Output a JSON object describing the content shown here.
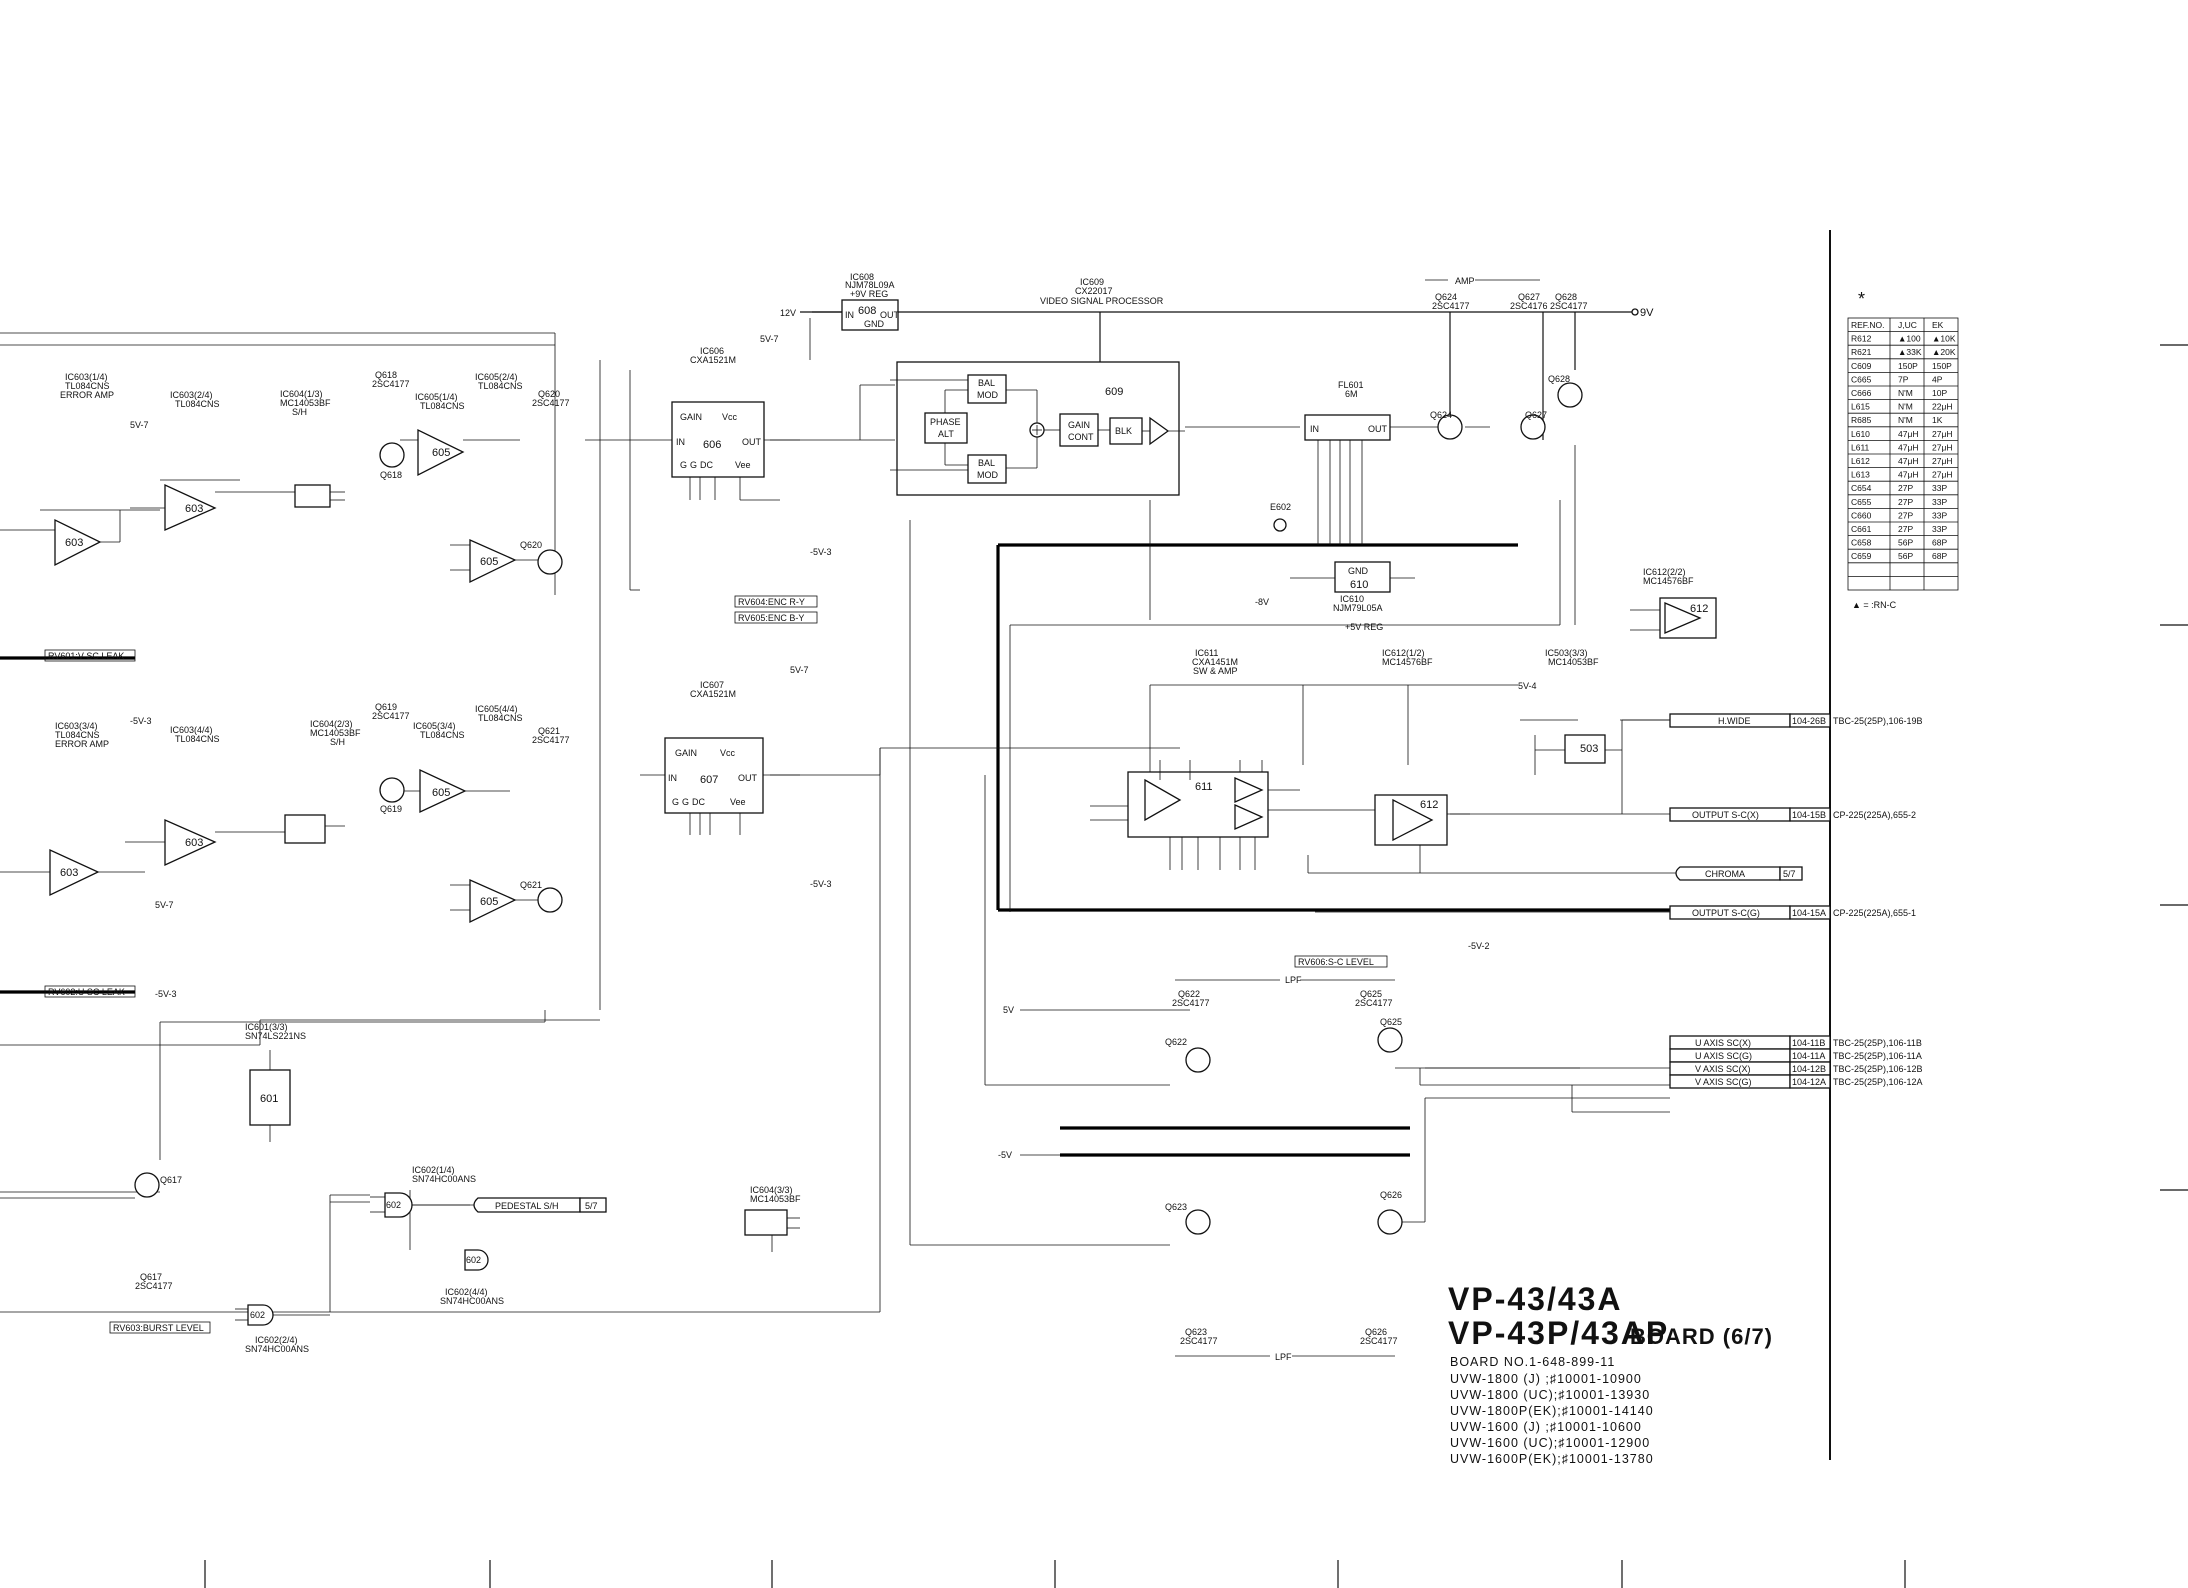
{
  "title": {
    "model_line1": "VP-43/43A",
    "model_line2": "VP-43P/43AP",
    "board_label": "BOARD (6/7)",
    "board_no": "BOARD NO.1-648-899-11",
    "serials": [
      "UVW-1800 (J) ;♯10001-10900",
      "UVW-1800 (UC);♯10001-13930",
      "UVW-1800P(EK);♯10001-14140",
      "UVW-1600 (J) ;♯10001-10600",
      "UVW-1600 (UC);♯10001-12900",
      "UVW-1600P(EK);♯10001-13780"
    ]
  },
  "rev_table": {
    "mark": "*",
    "headers": [
      "REF.NO.",
      "J,UC",
      "EK"
    ],
    "rows": [
      [
        "R612",
        "▲100",
        "▲10K"
      ],
      [
        "R621",
        "▲33K",
        "▲20K"
      ],
      [
        "C609",
        "150P",
        "150P"
      ],
      [
        "C665",
        "7P",
        "4P"
      ],
      [
        "C666",
        "N'M",
        "10P"
      ],
      [
        "L615",
        "N'M",
        "22μH"
      ],
      [
        "R685",
        "N'M",
        "1K"
      ],
      [
        "L610",
        "47μH",
        "27μH"
      ],
      [
        "L611",
        "47μH",
        "27μH"
      ],
      [
        "L612",
        "47μH",
        "27μH"
      ],
      [
        "L613",
        "47μH",
        "27μH"
      ],
      [
        "C654",
        "27P",
        "33P"
      ],
      [
        "C655",
        "27P",
        "33P"
      ],
      [
        "C660",
        "27P",
        "33P"
      ],
      [
        "C661",
        "27P",
        "33P"
      ],
      [
        "C658",
        "56P",
        "68P"
      ],
      [
        "C659",
        "56P",
        "68P"
      ]
    ],
    "note": "▲ = :RN-C"
  },
  "ics": {
    "ic606": {
      "ref": "IC606",
      "part": "CXA1521M",
      "num": "606",
      "pins": [
        "GAIN",
        "Vcc",
        "IN",
        "OUT",
        "G",
        "G",
        "DC",
        "Vee"
      ]
    },
    "ic607": {
      "ref": "IC607",
      "part": "CXA1521M",
      "num": "607"
    },
    "ic608": {
      "ref": "IC608",
      "part": "NJM78L09A",
      "desc": "+9V REG",
      "num": "608"
    },
    "ic609": {
      "ref": "IC609",
      "part": "CX22017",
      "desc": "VIDEO SIGNAL PROCESSOR",
      "num": "609"
    },
    "ic610": {
      "ref": "IC610",
      "part": "NJM79L05A",
      "desc": "+5V REG",
      "num": "610"
    },
    "ic611": {
      "ref": "IC611",
      "part": "CXA1451M",
      "desc": "SW & AMP",
      "num": "611"
    },
    "ic612": {
      "ref": "IC612(1/2)",
      "part": "MC14576BF",
      "num": "612"
    },
    "ic612b": {
      "ref": "IC612(2/2)",
      "part": "MC14576BF",
      "num": "612"
    },
    "ic603a": {
      "ref": "IC603(1/4)",
      "part": "TL084CNS",
      "desc": "ERROR AMP",
      "num": "603"
    },
    "ic603b": {
      "ref": "IC603(2/4)",
      "part": "TL084CNS",
      "num": "603"
    },
    "ic603c": {
      "ref": "IC603(3/4)",
      "part": "TL084CNS",
      "desc": "ERROR AMP",
      "num": "603"
    },
    "ic603d": {
      "ref": "IC603(4/4)",
      "part": "TL084CNS",
      "num": "603"
    },
    "ic604a": {
      "ref": "IC604(1/3)",
      "part": "MC14053BF",
      "desc": "S/H"
    },
    "ic604b": {
      "ref": "IC604(2/3)",
      "part": "MC14053BF",
      "desc": "S/H"
    },
    "ic604c": {
      "ref": "IC604(3/3)",
      "part": "MC14053BF"
    },
    "ic605a": {
      "ref": "IC605(1/4)",
      "part": "TL084CNS",
      "num": "605"
    },
    "ic605b": {
      "ref": "IC605(2/4)",
      "part": "TL084CNS",
      "num": "605"
    },
    "ic605c": {
      "ref": "IC605(3/4)",
      "part": "TL084CNS",
      "num": "605"
    },
    "ic605d": {
      "ref": "IC605(4/4)",
      "part": "TL084CNS",
      "num": "605"
    },
    "ic601": {
      "ref": "IC601(3/3)",
      "part": "SN74LS221NS",
      "num": "601"
    },
    "ic602a": {
      "ref": "IC602(1/4)",
      "part": "SN74HC00ANS",
      "num": "602"
    },
    "ic602b": {
      "ref": "IC602(2/4)",
      "part": "SN74HC00ANS",
      "num": "602"
    },
    "ic602d": {
      "ref": "IC602(4/4)",
      "part": "SN74HC00ANS",
      "num": "602"
    },
    "ic503": {
      "ref": "IC503(3/3)",
      "part": "MC14053BF",
      "num": "503"
    }
  },
  "transistors": {
    "q618": {
      "ref": "Q618",
      "part": "2SC4177"
    },
    "q619": {
      "ref": "Q619",
      "part": "2SC4177"
    },
    "q620": {
      "ref": "Q620",
      "part": "2SC4177"
    },
    "q621": {
      "ref": "Q621",
      "part": "2SC4177"
    },
    "q617": {
      "ref": "Q617",
      "part": "2SC4177"
    },
    "q622": {
      "ref": "Q622",
      "part": "2SC4177"
    },
    "q623": {
      "ref": "Q623",
      "part": "2SC4177"
    },
    "q624": {
      "ref": "Q624",
      "part": "2SC4177"
    },
    "q625": {
      "ref": "Q625",
      "part": "2SC4177"
    },
    "q626": {
      "ref": "Q626",
      "part": "2SC4177"
    },
    "q627": {
      "ref": "Q627",
      "part": "2SC4176"
    },
    "q628": {
      "ref": "Q628",
      "part": "2SC4177"
    }
  },
  "connectors": {
    "hwide": {
      "label": "H.WIDE",
      "ref": "104-26B",
      "dest": "TBC-25(25P),106-19B"
    },
    "out_scx": {
      "label": "OUTPUT S-C(X)",
      "ref": "104-15B",
      "dest": "CP-225(225A),655-2"
    },
    "chroma": {
      "label": "CHROMA",
      "page": "5/7"
    },
    "out_scg": {
      "label": "OUTPUT S-C(G)",
      "ref": "104-15A",
      "dest": "CP-225(225A),655-1"
    },
    "uaxis_x": {
      "label": "U AXIS SC(X)",
      "ref": "104-11B",
      "dest": "TBC-25(25P),106-11B"
    },
    "uaxis_g": {
      "label": "U AXIS SC(G)",
      "ref": "104-11A",
      "dest": "TBC-25(25P),106-11A"
    },
    "vaxis_x": {
      "label": "V AXIS SC(X)",
      "ref": "104-12B",
      "dest": "TBC-25(25P),106-12B"
    },
    "vaxis_g": {
      "label": "V AXIS SC(G)",
      "ref": "104-12A",
      "dest": "TBC-25(25P),106-12A"
    },
    "pedestal": {
      "label": "PEDESTAL S/H",
      "page": "5/7"
    }
  },
  "adjust": {
    "rv601": "RV601:V SC LEAK",
    "rv602": "RV602:U SC LEAK",
    "rv603": "RV603:BURST LEVEL",
    "rv604": "RV604:ENC R-Y",
    "rv605": "RV605:ENC B-Y",
    "rv606": "RV606:S-C LEVEL"
  },
  "rails": {
    "v9": "9V",
    "v12": "12V",
    "v5_7": "5V-7",
    "m5v3": "-5V-3",
    "m5v2": "-5V-2",
    "v5_4": "5V-4",
    "v5": "5V",
    "m5v": "-5V",
    "m8v": "-8V",
    "amp": "AMP",
    "lpf": "LPF"
  },
  "blocks609": {
    "phase_alt": [
      "PHASE",
      "ALT"
    ],
    "bal_mod": [
      "BAL",
      "MOD"
    ],
    "gain_cont": [
      "GAIN",
      "CONT"
    ],
    "blk": "BLK"
  },
  "fl601": {
    "ref": "FL601",
    "part": "6M",
    "in": "IN",
    "out": "OUT"
  },
  "e602": "E602"
}
